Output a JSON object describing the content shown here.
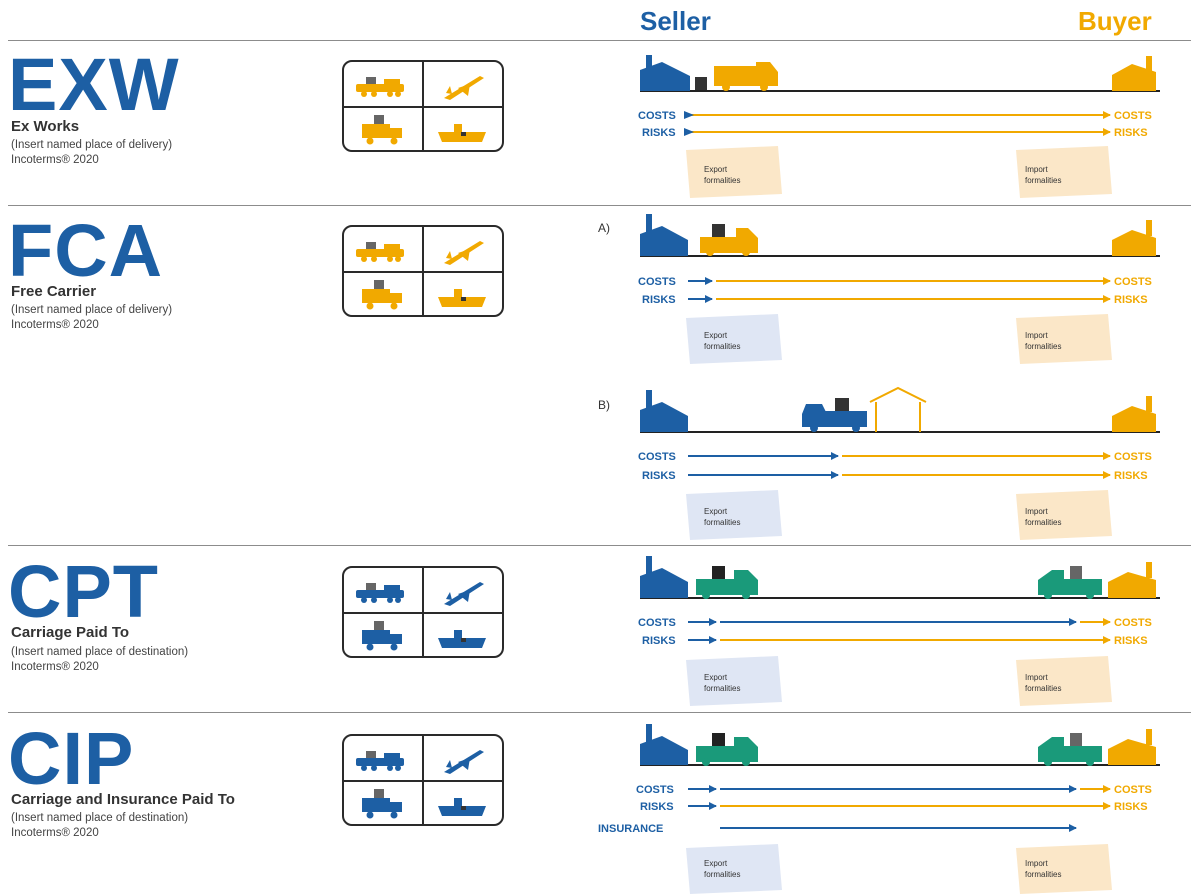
{
  "header": {
    "seller": "Seller",
    "buyer": "Buyer"
  },
  "labels": {
    "costs": "COSTS",
    "risks": "RISKS",
    "insurance": "INSURANCE",
    "export_formalities_1": "Export",
    "export_formalities_2": "formalities",
    "import_formalities_1": "Import",
    "import_formalities_2": "formalities",
    "variant_a": "A)",
    "variant_b": "B)"
  },
  "terms": [
    {
      "code": "EXW",
      "name": "Ex Works",
      "note_line1": "(Insert named place of delivery)",
      "note_line2": "Incoterms® 2020",
      "mode_color": "orange"
    },
    {
      "code": "FCA",
      "name": "Free Carrier",
      "note_line1": "(Insert named place of delivery)",
      "note_line2": "Incoterms® 2020",
      "mode_color": "orange"
    },
    {
      "code": "CPT",
      "name": "Carriage Paid To",
      "note_line1": "(Insert named place of destination)",
      "note_line2": "Incoterms® 2020",
      "mode_color": "blue"
    },
    {
      "code": "CIP",
      "name": "Carriage and Insurance Paid To",
      "note_line1": "(Insert named place of destination)",
      "note_line2": "Incoterms® 2020",
      "mode_color": "blue"
    }
  ],
  "colors": {
    "seller_blue": "#1d5fa4",
    "buyer_orange": "#f1a900",
    "carrier_green": "#1a9a7a",
    "export_bg_orange": "#fbe7c8",
    "export_bg_blue": "#dfe6f4",
    "import_bg": "#fbe7c8"
  },
  "icons": [
    "seller-factory-icon",
    "buyer-factory-icon",
    "truck-icon",
    "plane-icon",
    "ship-icon",
    "train-icon",
    "warehouse-icon",
    "cargo-box-icon"
  ]
}
